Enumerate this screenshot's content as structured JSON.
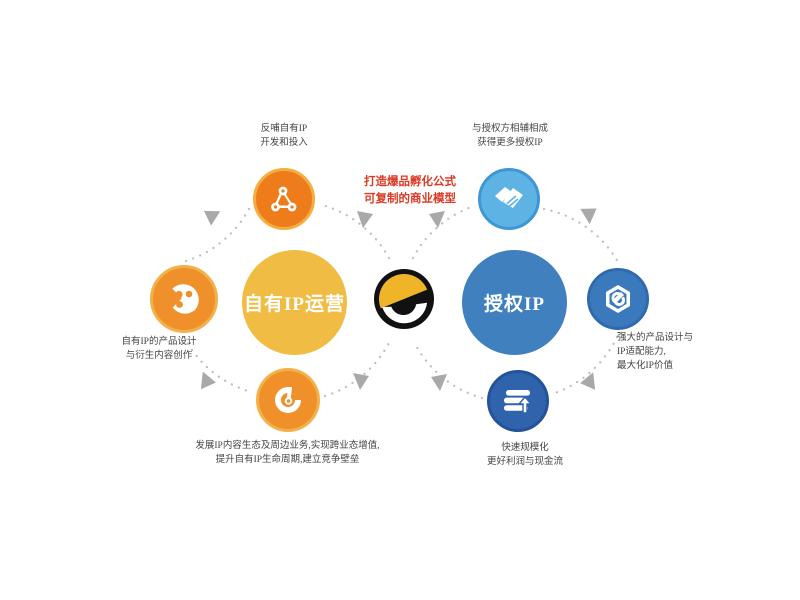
{
  "diagram": {
    "headline": "打造爆品孵化公式\n可复制的商业模型",
    "headline_color": "#d93b25",
    "background": "#ffffff",
    "hubs": [
      {
        "id": "own-ip-operation",
        "label": "自有IP运营",
        "color": "#f0bc43"
      },
      {
        "id": "licensed-ip",
        "label": "授权IP",
        "color": "#4180bf"
      }
    ],
    "center_logo": {
      "name": "brand-logo",
      "outer_color": "#111111",
      "inner_color": "#f0b429"
    },
    "left_cycle": {
      "name": "own-ip-cycle",
      "nodes": [
        {
          "id": "feedback-own-ip",
          "icon": "network-nodes-icon",
          "color": "#ef7c1b",
          "ring": "#f4ad3e",
          "label": "反哺自有IP\n开发和投入"
        },
        {
          "id": "product-design-derivative",
          "icon": "film-reel-icon",
          "color": "#f0902a",
          "ring": "#f3b149",
          "label": "自有IP的产品设计\n与衍生内容创作"
        },
        {
          "id": "content-ecosystem",
          "icon": "gauge-icon",
          "color": "#f0902a",
          "ring": "#f3b149",
          "label": "发展IP内容生态及周边业务,实现跨业态增值,\n提升自有IP生命周期,建立竞争壁垒"
        }
      ]
    },
    "right_cycle": {
      "name": "licensed-ip-cycle",
      "nodes": [
        {
          "id": "partner-synergy",
          "icon": "handshake-icon",
          "color": "#5cb3e4",
          "ring": "#3e97d4",
          "label": "与授权方相辅相成\n获得更多授权IP"
        },
        {
          "id": "ip-adaptation",
          "icon": "hexagon-diamond-icon",
          "color": "#3b79bd",
          "ring": "#2f6aae",
          "label": "强大的产品设计与\nIP适配能力,\n最大化IP价值"
        },
        {
          "id": "rapid-scaling",
          "icon": "stack-upload-icon",
          "color": "#2f63ab",
          "ring": "#24539a",
          "label": "快速规模化\n更好利润与现金流"
        }
      ]
    },
    "connectors": {
      "style": "dotted-arc",
      "color": "#b9b9b9",
      "arrow_color": "#a8a8a8"
    }
  }
}
